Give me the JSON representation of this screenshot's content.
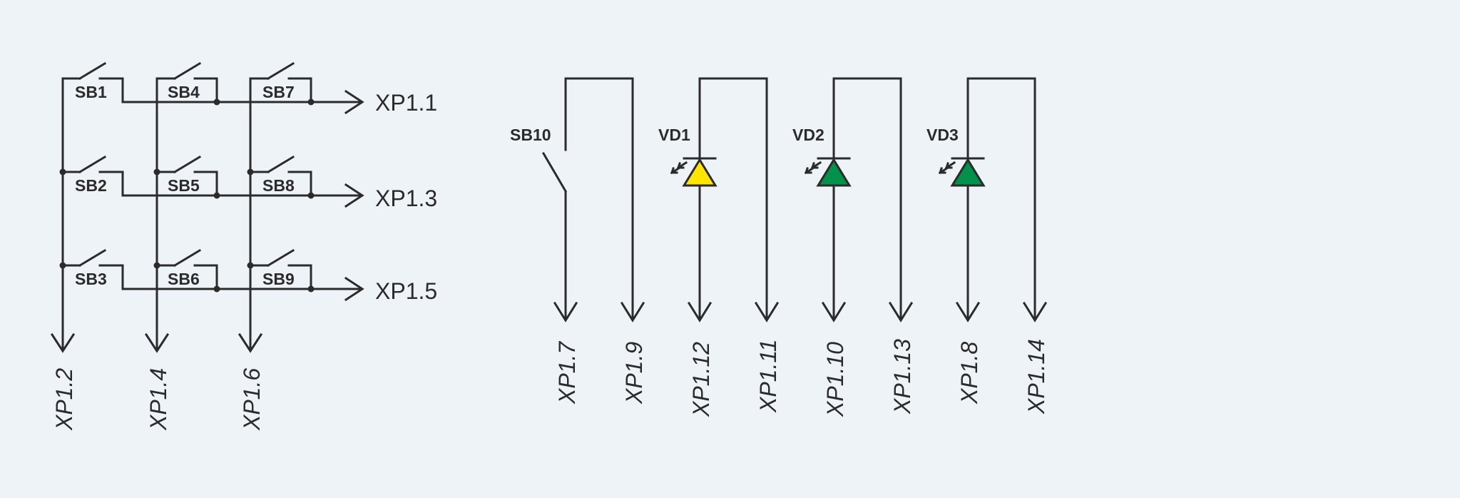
{
  "colors": {
    "background": "#eef3f7",
    "wire": "#2b2b2b",
    "led_yellow": "#ffe600",
    "led_green": "#00924a"
  },
  "keypad": {
    "switches": [
      "SB1",
      "SB2",
      "SB3",
      "SB4",
      "SB5",
      "SB6",
      "SB7",
      "SB8",
      "SB9"
    ],
    "row_outputs": [
      "XP1.1",
      "XP1.3",
      "XP1.5"
    ],
    "column_outputs": [
      "XP1.2",
      "XP1.4",
      "XP1.6"
    ]
  },
  "indicators": {
    "switch": "SB10",
    "switch_ports": [
      "XP1.7",
      "XP1.9"
    ],
    "leds": [
      {
        "name": "VD1",
        "color": "yellow",
        "ports": [
          "XP1.12",
          "XP1.11"
        ]
      },
      {
        "name": "VD2",
        "color": "green",
        "ports": [
          "XP1.10",
          "XP1.13"
        ]
      },
      {
        "name": "VD3",
        "color": "green",
        "ports": [
          "XP1.8",
          "XP1.14"
        ]
      }
    ]
  }
}
